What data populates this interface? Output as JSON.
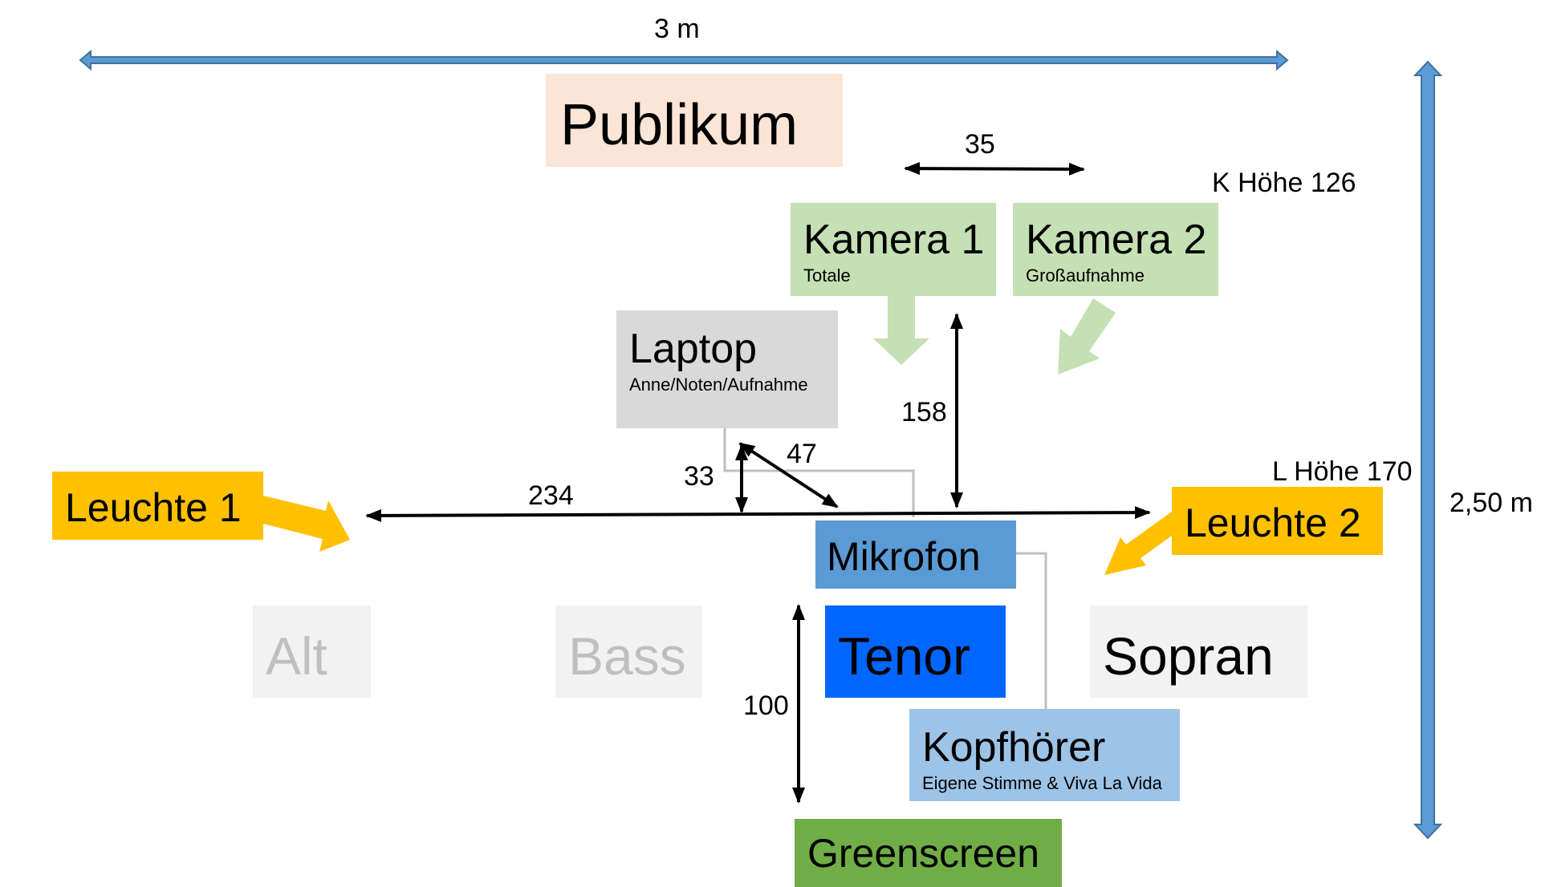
{
  "dimensions": {
    "width_label": "3 m",
    "height_label": "2,50 m",
    "camera_spacing": "35",
    "camera_height": "K Höhe 126",
    "light_height": "L Höhe 170",
    "camera_to_mic": "158",
    "light_span": "234",
    "laptop_vertical": "33",
    "laptop_diagonal": "47",
    "singer_to_screen": "100"
  },
  "boxes": {
    "publikum": {
      "label": "Publikum",
      "color": "#fbe5d6"
    },
    "kamera1": {
      "label": "Kamera 1",
      "sub": "Totale",
      "color": "#c5e0b4"
    },
    "kamera2": {
      "label": "Kamera 2",
      "sub": "Großaufnahme",
      "color": "#c5e0b4"
    },
    "laptop": {
      "label": "Laptop",
      "sub": "Anne/Noten/Aufnahme",
      "color": "#d9d9d9"
    },
    "leuchte1": {
      "label": "Leuchte 1",
      "color": "#ffc000"
    },
    "leuchte2": {
      "label": "Leuchte 2",
      "color": "#ffc000"
    },
    "mikrofon": {
      "label": "Mikrofon",
      "color": "#5b9bd5"
    },
    "alt": {
      "label": "Alt",
      "color": "#f2f2f2",
      "text_color": "#bfbfbf"
    },
    "bass": {
      "label": "Bass",
      "color": "#f2f2f2",
      "text_color": "#bfbfbf"
    },
    "tenor": {
      "label": "Tenor",
      "color": "#0066ff"
    },
    "sopran": {
      "label": "Sopran",
      "color": "#f2f2f2"
    },
    "kopfhoerer": {
      "label": "Kopfhörer",
      "sub": "Eigene Stimme & Viva La Vida",
      "color": "#9dc3e6"
    },
    "greenscreen": {
      "label": "Greenscreen",
      "color": "#70ad47"
    }
  },
  "colors": {
    "dimension_arrow": "#5b9bd5",
    "dimension_arrow_edge": "#41719c",
    "camera_arrow": "#c5e0b4",
    "light_arrow": "#ffc000",
    "cable": "#bfbfbf",
    "measure": "#000000"
  }
}
